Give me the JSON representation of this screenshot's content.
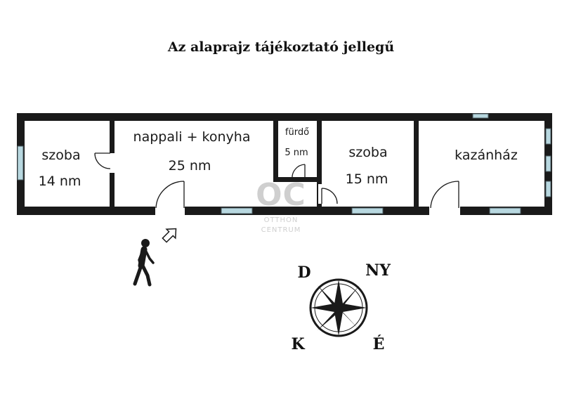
{
  "title": "Az alaprajz tájékoztató jellegű",
  "rooms": [
    {
      "name": "szoba",
      "area": "14 nm"
    },
    {
      "name": "nappali + konyha",
      "area": "25 nm"
    },
    {
      "name": "fürdő",
      "area": "5 nm"
    },
    {
      "name": "szoba",
      "area": "15 nm"
    },
    {
      "name": "kazánház"
    }
  ],
  "watermark": {
    "mark": "OC",
    "line1": "OTTHON",
    "line2": "CENTRUM"
  },
  "compass": {
    "north_west": "D",
    "north_east": "NY",
    "south_west": "K",
    "south_east": "É"
  },
  "icons": [
    "walking-person-icon",
    "entrance-arrow-icon",
    "compass-rose-icon"
  ],
  "colors": {
    "wall": "#1a1a1a",
    "window": "#b8d8e0",
    "text": "#1a1a1a"
  }
}
